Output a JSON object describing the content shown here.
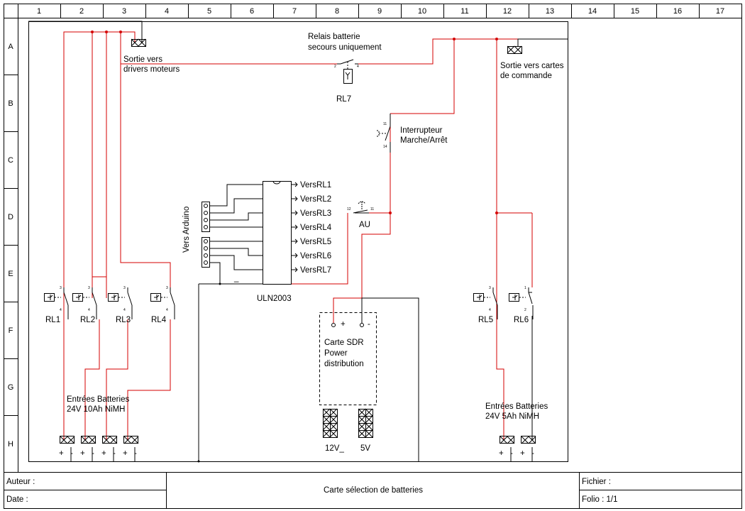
{
  "frame": {
    "columns": [
      "1",
      "2",
      "3",
      "4",
      "5",
      "6",
      "7",
      "8",
      "9",
      "10",
      "11",
      "12",
      "13",
      "14",
      "15",
      "16",
      "17"
    ],
    "rows": [
      "A",
      "B",
      "C",
      "D",
      "E",
      "F",
      "G",
      "H"
    ]
  },
  "labels": {
    "sortie_drivers": [
      "Sortie vers",
      "drivers moteurs"
    ],
    "relais_batterie": [
      "Relais batterie",
      "secours uniquement"
    ],
    "sortie_cartes": [
      "Sortie vers cartes",
      "de commande"
    ],
    "interrupteur": [
      "Interrupteur",
      "Marche/Arrêt"
    ],
    "rl7": "RL7",
    "au": "AU",
    "vers_arduino": "Vers Arduino",
    "uln": "ULN2003",
    "uln_outputs": [
      "VersRL1",
      "VersRL2",
      "VersRL3",
      "VersRL4",
      "VersRL5",
      "VersRL6",
      "VersRL7"
    ],
    "uln_minus": "_",
    "relays_left": [
      "RL1",
      "RL2",
      "RL3",
      "RL4"
    ],
    "relays_right": [
      "RL5",
      "RL6"
    ],
    "sdr_card": [
      "Carte SDR",
      "Power",
      "distribution"
    ],
    "sdr_plus": "+",
    "sdr_minus": "-",
    "conn_12v": "12V_",
    "conn_5v": "5V",
    "entrees_left": [
      "Entrées Batteries",
      "24V 10Ah NiMH"
    ],
    "entrees_right": [
      "Entrées Batteries",
      "24V 5Ah NiMH"
    ],
    "plus": "+",
    "minus": "-"
  },
  "title_block": {
    "auteur": "Auteur :",
    "date": "Date :",
    "title": "Carte sélection de batteries",
    "fichier": "Fichier :",
    "folio": "Folio : 1/1"
  },
  "colors": {
    "wire_power": "#d40000",
    "wire_signal": "#000000"
  }
}
